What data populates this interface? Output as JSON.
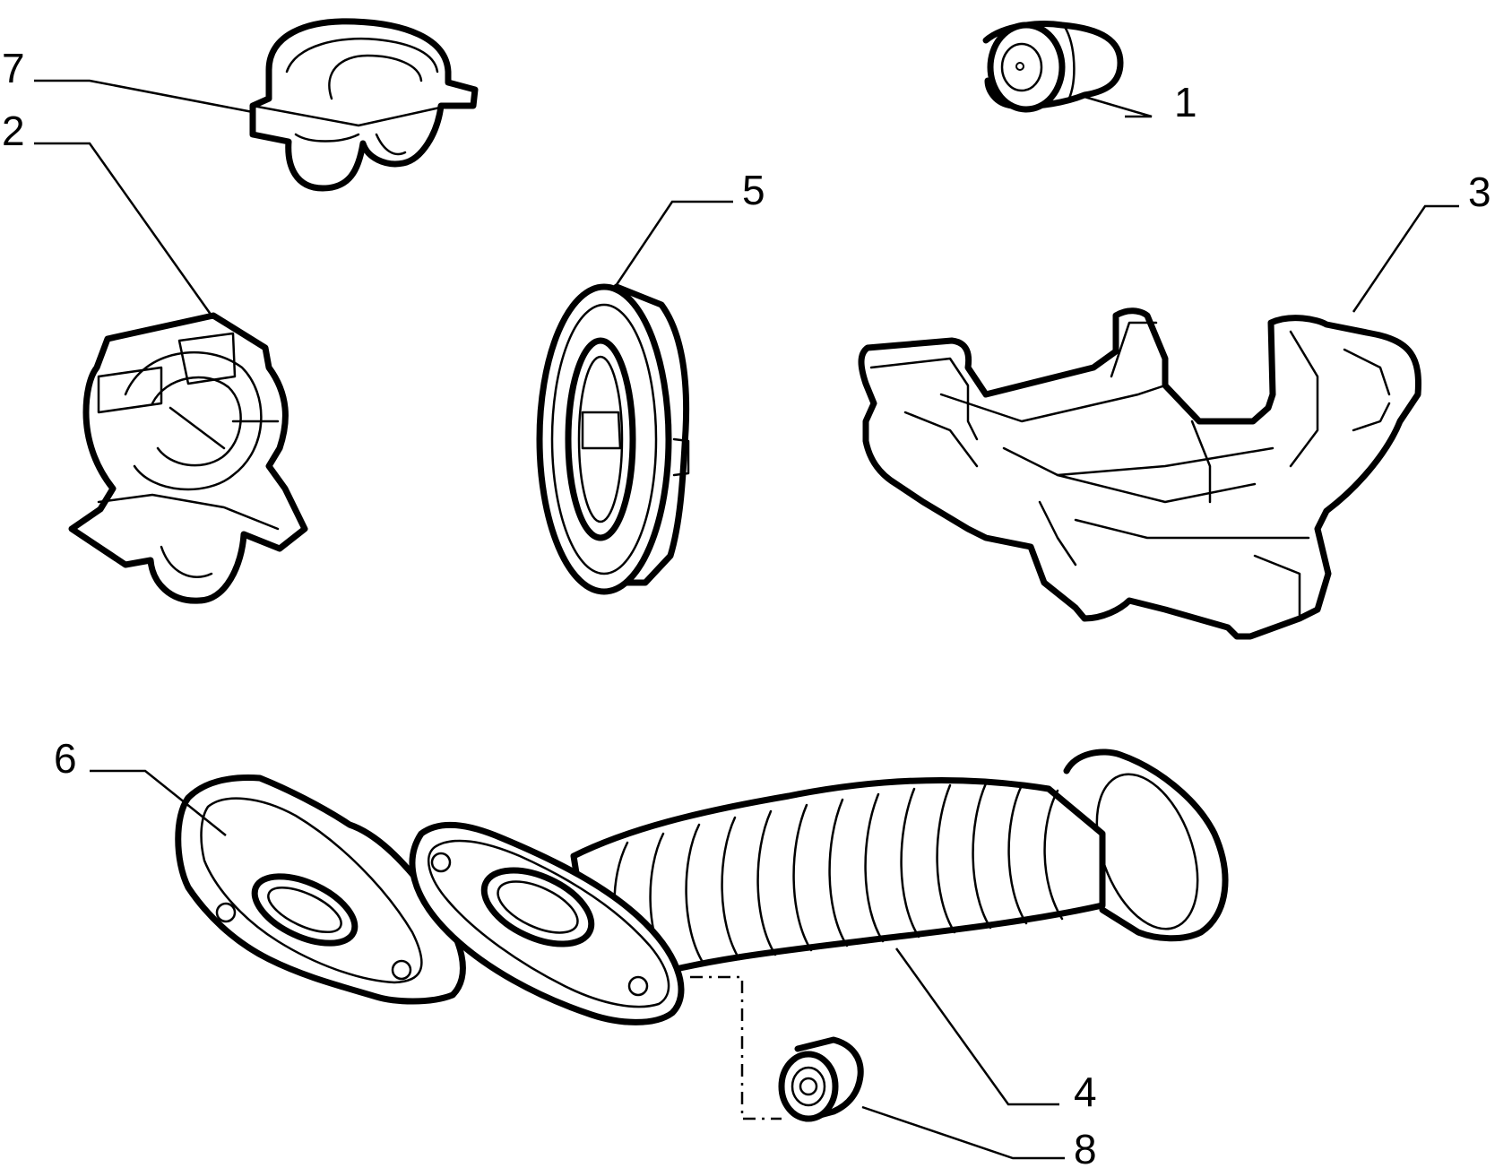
{
  "callouts": [
    {
      "id": "1",
      "label": "1",
      "part": "cap"
    },
    {
      "id": "2",
      "label": "2",
      "part": "clip-ring"
    },
    {
      "id": "3",
      "label": "3",
      "part": "bracket"
    },
    {
      "id": "4",
      "label": "4",
      "part": "bellows-grommet"
    },
    {
      "id": "5",
      "label": "5",
      "part": "oval-grommet"
    },
    {
      "id": "6",
      "label": "6",
      "part": "flange-plate"
    },
    {
      "id": "7",
      "label": "7",
      "part": "clip-clamp"
    },
    {
      "id": "8",
      "label": "8",
      "part": "nut"
    }
  ]
}
